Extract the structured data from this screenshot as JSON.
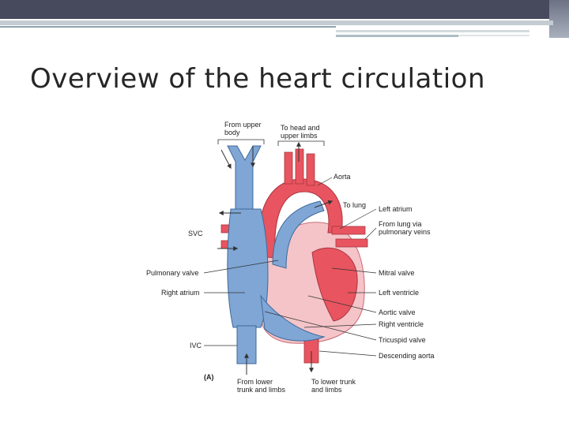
{
  "slide": {
    "title": "Overview of the heart circulation"
  },
  "diagram": {
    "labels": {
      "from_upper_body": [
        "From upper",
        "body"
      ],
      "to_head": [
        "To head and",
        "upper limbs"
      ],
      "aorta": "Aorta",
      "to_lung": "To lung",
      "left_atrium": "Left atrium",
      "from_lung": [
        "From lung via",
        "pulmonary veins"
      ],
      "svc": "SVC",
      "pulmonary_valve": "Pulmonary valve",
      "mitral_valve": "Mitral valve",
      "right_atrium": "Right atrium",
      "left_ventricle": "Left ventricle",
      "aortic_valve": "Aortic valve",
      "right_ventricle": "Right ventricle",
      "ivc": "IVC",
      "tricuspid_valve": "Tricuspid valve",
      "descending_aorta": "Descending aorta",
      "panel": "(A)",
      "from_lower": [
        "From lower",
        "trunk and limbs"
      ],
      "to_lower": [
        "To lower trunk",
        "and limbs"
      ]
    },
    "colors": {
      "oxygenated": "#e8545f",
      "deoxygenated": "#7fa6d4",
      "heart_wall": "#f4c4c8"
    }
  }
}
